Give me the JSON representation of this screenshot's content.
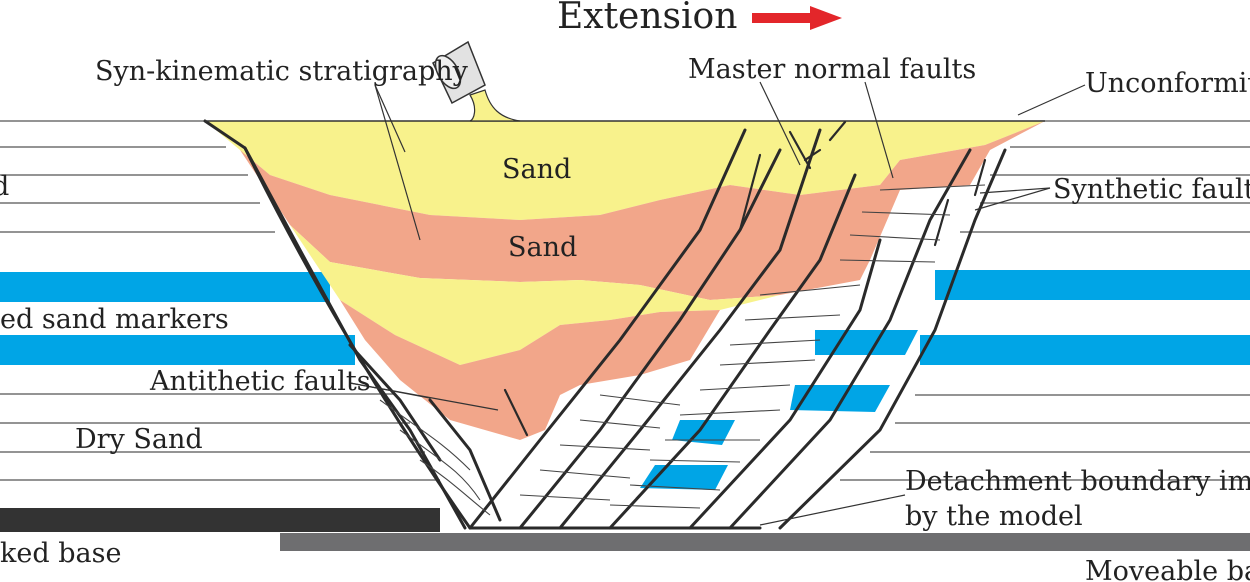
{
  "title": "Extension",
  "labels": {
    "syn_kinematic": "Syn-kinematic stratigraphy",
    "master_faults": "Master normal faults",
    "unconformity": "Unconformity",
    "sand_upper": "Sand",
    "sand_lower": "Sand",
    "synthetic_faults": "Synthetic faults",
    "left_cut": "d",
    "sand_markers": "ed sand markers",
    "antithetic_faults": "Antithetic faults",
    "dry_sand": "Dry Sand",
    "detachment_1": "Detachment boundary impo",
    "detachment_2": "by the model",
    "fixed_base": "ked base",
    "moveable_base": "Moveable bas"
  },
  "colors": {
    "yellow_sand": "#f8f28c",
    "salmon_sand": "#f2a68a",
    "blue_marker": "#00a5e6",
    "fixed_base": "#333333",
    "moveable_base": "#6e6e70",
    "arrow": "#e3262a"
  },
  "icons": {
    "bucket": "pouring-bucket-icon",
    "arrow": "arrow-right-icon"
  }
}
